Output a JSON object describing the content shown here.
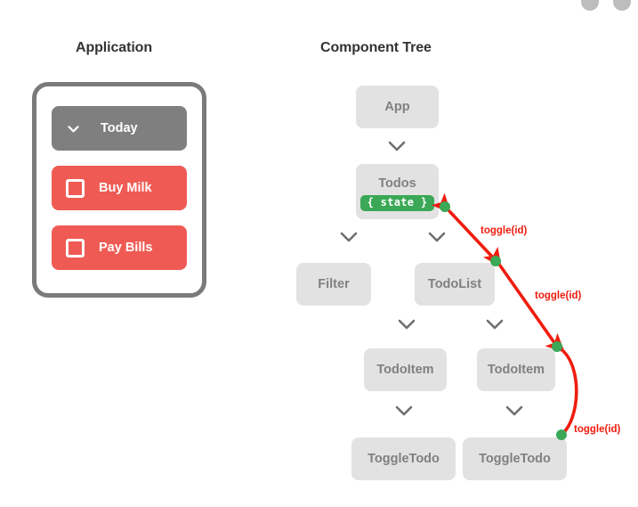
{
  "window": {
    "background": "#ffffff",
    "decorative_dots": [
      "top-dot-left",
      "top-dot-right"
    ]
  },
  "headings": {
    "application": "Application",
    "component_tree": "Component Tree"
  },
  "application_panel": {
    "rows": [
      {
        "id": "today",
        "label": "Today",
        "icon": "chevron-down-icon",
        "color": "#7f7f7f",
        "type": "header"
      },
      {
        "id": "buy-milk",
        "label": "Buy Milk",
        "icon": "checkbox-icon",
        "color": "#ef5b54",
        "type": "todo",
        "checked": false
      },
      {
        "id": "pay-bills",
        "label": "Pay Bills",
        "icon": "checkbox-icon",
        "color": "#ef5b54",
        "type": "todo",
        "checked": false
      }
    ]
  },
  "component_tree": {
    "node_color": "#e2e2e2",
    "node_text_color": "#808080",
    "state_badge_color": "#3aa856",
    "flow_color": "#f01c0e",
    "dot_color": "#3aa856",
    "nodes": [
      {
        "id": "app",
        "label": "App"
      },
      {
        "id": "todos",
        "label": "Todos",
        "badge": "{ state }"
      },
      {
        "id": "filter",
        "label": "Filter"
      },
      {
        "id": "todolist",
        "label": "TodoList"
      },
      {
        "id": "todoitem-1",
        "label": "TodoItem"
      },
      {
        "id": "todoitem-2",
        "label": "TodoItem"
      },
      {
        "id": "toggletodo-1",
        "label": "ToggleTodo"
      },
      {
        "id": "toggletodo-2",
        "label": "ToggleTodo"
      }
    ],
    "flow_labels": [
      {
        "id": "flow-1",
        "label": "toggle(id)"
      },
      {
        "id": "flow-2",
        "label": "toggle(id)"
      },
      {
        "id": "flow-3",
        "label": "toggle(id)"
      }
    ]
  }
}
